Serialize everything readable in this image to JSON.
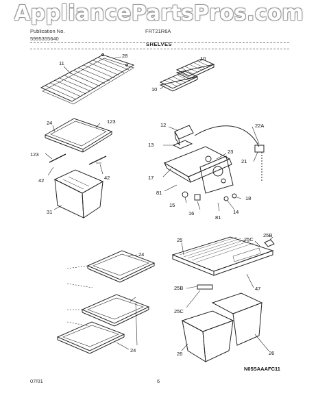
{
  "watermark": "AppliancePartsPros.com",
  "header": {
    "publication_label": "Publication No.",
    "publication_no": "5995355640",
    "model": "FRT21R6A",
    "section_title": "SHELVES"
  },
  "footer": {
    "date": "07/01",
    "page": "6",
    "drawing_code": "N05SAAAFC11"
  },
  "callouts": {
    "shelf_wire": [
      "11",
      "28"
    ],
    "ice_trays": [
      "10",
      "10"
    ],
    "crisper_cover_left": [
      "24",
      "123",
      "123",
      "42",
      "42",
      "31"
    ],
    "control_assembly": [
      "12",
      "22A",
      "13",
      "23",
      "21",
      "17",
      "81",
      "18",
      "15",
      "16",
      "81",
      "14"
    ],
    "glass_shelves": [
      "24",
      "24"
    ],
    "crisper_right": [
      "25",
      "25C",
      "25B",
      "47",
      "25B",
      "25C",
      "26",
      "26"
    ]
  }
}
